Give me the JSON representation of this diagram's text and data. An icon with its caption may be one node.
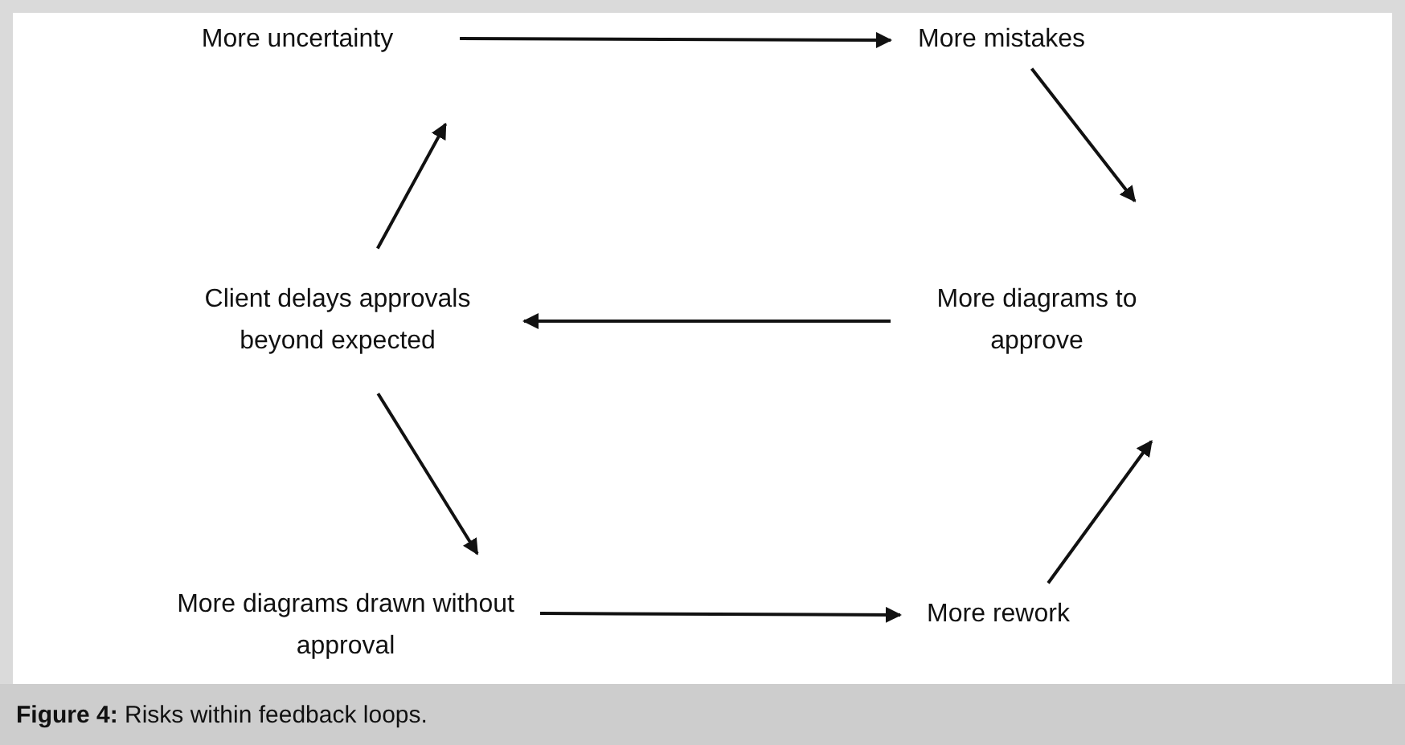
{
  "diagram": {
    "caption": "**Figure 4:** Risks within feedback loops.",
    "nodes": [
      {
        "text": [
          "More uncertainty"
        ]
      },
      {
        "text": [
          "More mistakes"
        ]
      },
      {
        "text": [
          "Client delays approvals beyond expected"
        ]
      },
      {
        "text": [
          "More diagrams to approve"
        ]
      },
      {
        "text": [
          "More diagrams drawn without approval"
        ]
      },
      {
        "text": [
          "More rework"
        ]
      }
    ],
    "edges": [
      {
        "from": 0,
        "to": 1,
        "arrow": "to"
      },
      {
        "from": 1,
        "to": 3,
        "arrow": "to"
      },
      {
        "from": 3,
        "to": 2,
        "arrow": "to"
      },
      {
        "from": 2,
        "to": 0,
        "arrow": "to"
      },
      {
        "from": 2,
        "to": 4,
        "arrow": "to"
      },
      {
        "from": 4,
        "to": 5,
        "arrow": "to"
      },
      {
        "from": 5,
        "to": 3,
        "arrow": "to"
      }
    ]
  }
}
